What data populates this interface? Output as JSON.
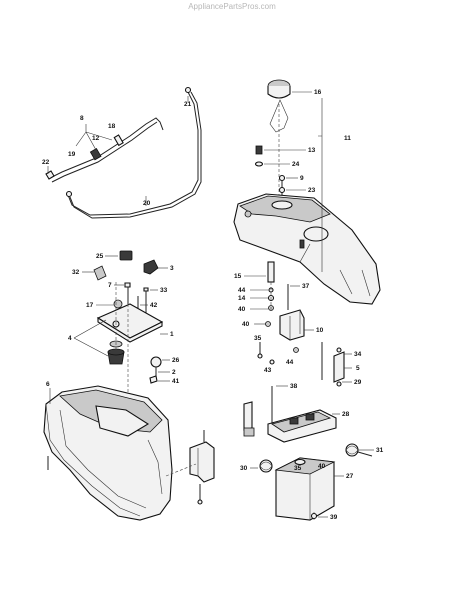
{
  "watermark": "AppliancePartsPros.com",
  "callouts": [
    {
      "id": "c1",
      "text": "1"
    },
    {
      "id": "c2",
      "text": "2"
    },
    {
      "id": "c3",
      "text": "3"
    },
    {
      "id": "c4",
      "text": "4"
    },
    {
      "id": "c5",
      "text": "5"
    },
    {
      "id": "c6",
      "text": "6"
    },
    {
      "id": "c7",
      "text": "7"
    },
    {
      "id": "c8",
      "text": "8"
    },
    {
      "id": "c9",
      "text": "9"
    },
    {
      "id": "c10",
      "text": "10"
    },
    {
      "id": "c11",
      "text": "11"
    },
    {
      "id": "c12",
      "text": "12"
    },
    {
      "id": "c13",
      "text": "13"
    },
    {
      "id": "c14",
      "text": "14"
    },
    {
      "id": "c15",
      "text": "15"
    },
    {
      "id": "c16",
      "text": "16"
    },
    {
      "id": "c17",
      "text": "17"
    },
    {
      "id": "c18",
      "text": "18"
    },
    {
      "id": "c19",
      "text": "19"
    },
    {
      "id": "c20",
      "text": "20"
    },
    {
      "id": "c21",
      "text": "21"
    },
    {
      "id": "c22",
      "text": "22"
    },
    {
      "id": "c23",
      "text": "23"
    },
    {
      "id": "c24",
      "text": "24"
    },
    {
      "id": "c25",
      "text": "25"
    },
    {
      "id": "c26",
      "text": "26"
    },
    {
      "id": "c27",
      "text": "27"
    },
    {
      "id": "c28",
      "text": "28"
    },
    {
      "id": "c29",
      "text": "29"
    },
    {
      "id": "c30",
      "text": "30"
    },
    {
      "id": "c31",
      "text": "31"
    },
    {
      "id": "c32",
      "text": "32"
    },
    {
      "id": "c33",
      "text": "33"
    },
    {
      "id": "c34",
      "text": "34"
    },
    {
      "id": "c35a",
      "text": "35"
    },
    {
      "id": "c35b",
      "text": "35"
    },
    {
      "id": "c37",
      "text": "37"
    },
    {
      "id": "c38",
      "text": "38"
    },
    {
      "id": "c39",
      "text": "39"
    },
    {
      "id": "c40a",
      "text": "40"
    },
    {
      "id": "c40b",
      "text": "40"
    },
    {
      "id": "c40c",
      "text": "40"
    },
    {
      "id": "c41",
      "text": "41"
    },
    {
      "id": "c42",
      "text": "42"
    },
    {
      "id": "c43",
      "text": "43"
    },
    {
      "id": "c44a",
      "text": "44"
    },
    {
      "id": "c44b",
      "text": "44"
    }
  ]
}
